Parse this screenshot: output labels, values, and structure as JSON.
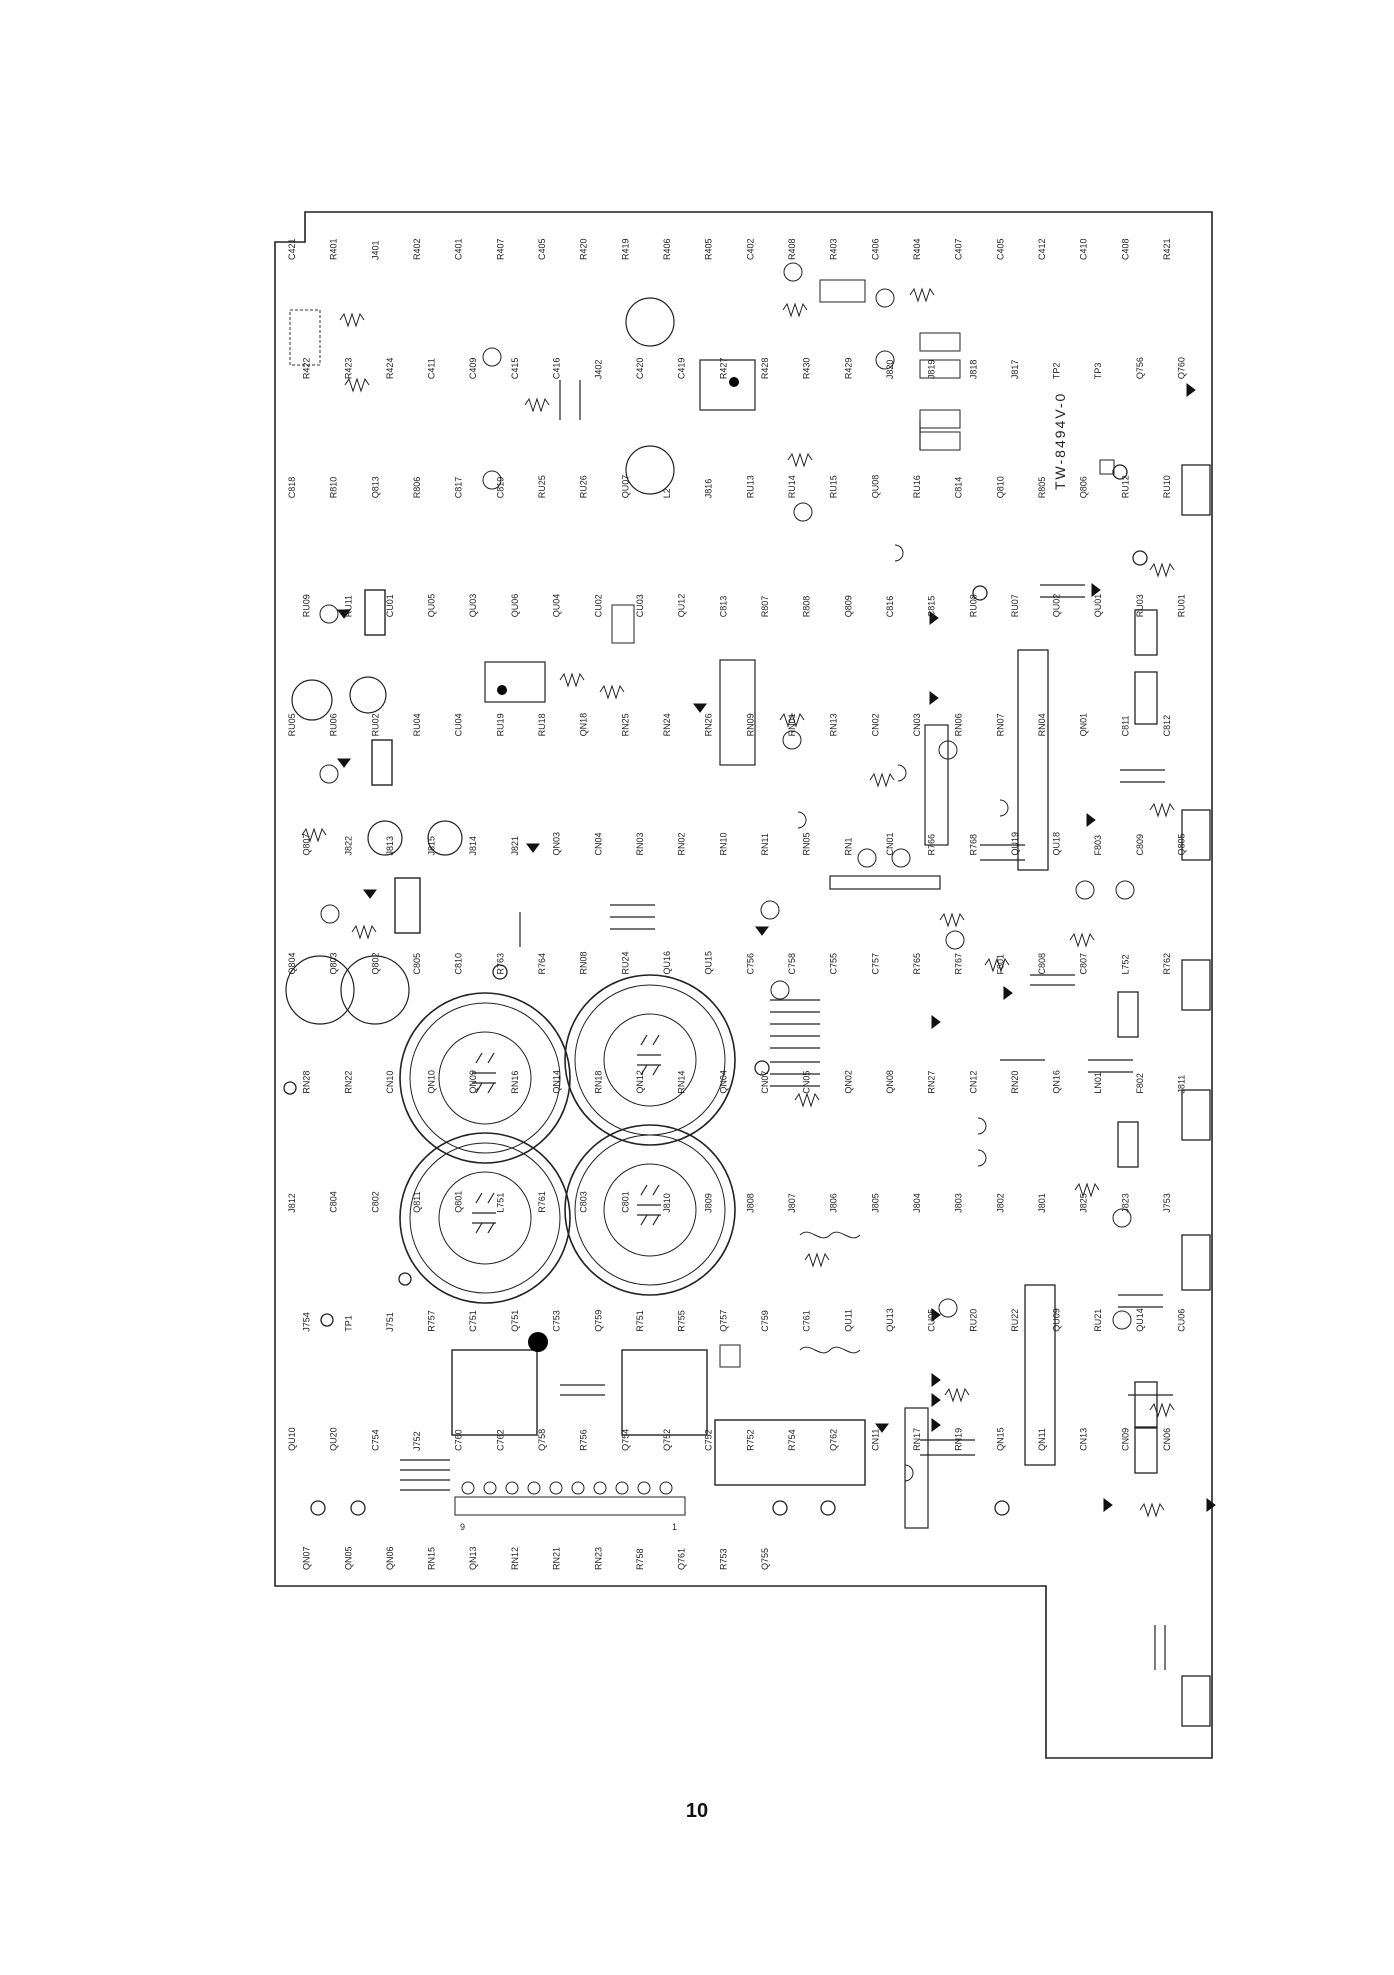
{
  "board_id": "TW-8494V-0",
  "page_number": "10",
  "connector_pins": {
    "first": "9",
    "last": "1"
  },
  "labels": [
    "C421",
    "R401",
    "J401",
    "R402",
    "C401",
    "R407",
    "C405",
    "R420",
    "R419",
    "R406",
    "R405",
    "C402",
    "R408",
    "R403",
    "C406",
    "R404",
    "C407",
    "C405",
    "C412",
    "C410",
    "C408",
    "R421",
    "R422",
    "R423",
    "R424",
    "C411",
    "C409",
    "C415",
    "C416",
    "J402",
    "C420",
    "C419",
    "R427",
    "R428",
    "R430",
    "R429",
    "J820",
    "J819",
    "J818",
    "J817",
    "TP2",
    "TP3",
    "Q756",
    "Q760",
    "C818",
    "R810",
    "Q813",
    "R806",
    "C817",
    "C819",
    "RU25",
    "RU26",
    "QU07",
    "L2",
    "J816",
    "RU13",
    "RU14",
    "RU15",
    "QU08",
    "RU16",
    "C814",
    "Q810",
    "R805",
    "Q806",
    "RU12",
    "RU10",
    "RU09",
    "RU11",
    "CU01",
    "QU05",
    "QU03",
    "QU06",
    "QU04",
    "CU02",
    "CU03",
    "QU12",
    "C813",
    "R807",
    "R808",
    "Q809",
    "C816",
    "C815",
    "RU08",
    "RU07",
    "QU02",
    "QU01",
    "RU03",
    "RU01",
    "RU05",
    "RU06",
    "RU02",
    "RU04",
    "CU04",
    "RU19",
    "RU18",
    "QN18",
    "RN25",
    "RN24",
    "RN26",
    "RN09",
    "RN01",
    "RN13",
    "CN02",
    "CN03",
    "RN06",
    "RN07",
    "RN04",
    "QN01",
    "C811",
    "C812",
    "Q807",
    "J822",
    "J813",
    "J815",
    "J814",
    "J821",
    "QN03",
    "CN04",
    "RN03",
    "RN02",
    "RN10",
    "RN11",
    "RN05",
    "RN1",
    "CN01",
    "R766",
    "R768",
    "QU19",
    "QU18",
    "F803",
    "C809",
    "Q805",
    "Q804",
    "Q803",
    "Q802",
    "C805",
    "C810",
    "R763",
    "R764",
    "RN08",
    "RU24",
    "QU16",
    "QU15",
    "C756",
    "C758",
    "C755",
    "C757",
    "R765",
    "R767",
    "F801",
    "C808",
    "C807",
    "L752",
    "R762",
    "RN28",
    "RN22",
    "CN10",
    "QN10",
    "QN09",
    "RN16",
    "QN14",
    "RN18",
    "QN12",
    "RN14",
    "QN04",
    "CN07",
    "CN05",
    "QN02",
    "QN08",
    "RN27",
    "CN12",
    "RN20",
    "QN16",
    "LN01",
    "F802",
    "J811",
    "J812",
    "C804",
    "C802",
    "Q811",
    "Q801",
    "L751",
    "R761",
    "C803",
    "C801",
    "J810",
    "J809",
    "J808",
    "J807",
    "J806",
    "J805",
    "J804",
    "J803",
    "J802",
    "J801",
    "J825",
    "J823",
    "J753",
    "J754",
    "TP1",
    "J751",
    "R757",
    "C751",
    "Q751",
    "C753",
    "Q759",
    "R751",
    "R755",
    "Q757",
    "C759",
    "C761",
    "QU11",
    "QU13",
    "CU05",
    "RU20",
    "RU22",
    "QU09",
    "RU21",
    "QU14",
    "CU06",
    "QU10",
    "QU20",
    "C754",
    "J752",
    "C760",
    "C762",
    "Q758",
    "R756",
    "Q754",
    "Q752",
    "C752",
    "R752",
    "R754",
    "Q762",
    "CN11",
    "RN17",
    "RN19",
    "QN15",
    "QN11",
    "CN13",
    "CN09",
    "CN06",
    "QN07",
    "QN05",
    "QN06",
    "RN15",
    "QN13",
    "RN12",
    "RN21",
    "RN23",
    "R758",
    "Q761",
    "R753",
    "Q755"
  ]
}
